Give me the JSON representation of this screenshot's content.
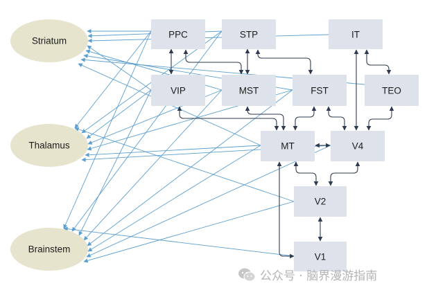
{
  "nodes": {
    "striatum": "Striatum",
    "thalamus": "Thalamus",
    "brainstem": "Brainstem",
    "ppc": "PPC",
    "stp": "STP",
    "it": "IT",
    "vip": "VIP",
    "mst": "MST",
    "fst": "FST",
    "teo": "TEO",
    "mt": "MT",
    "v4": "V4",
    "v2": "V2",
    "v1": "V1"
  },
  "watermark": {
    "text": "公众号 · 脑界漫游指南",
    "icon": "wechat-icon"
  },
  "colors": {
    "box_fill": "#dde2eb",
    "ellipse_fill": "#e6e4cc",
    "subcortical_arrow": "#5b9fd0",
    "cortical_arrow": "#2e3a4e"
  }
}
